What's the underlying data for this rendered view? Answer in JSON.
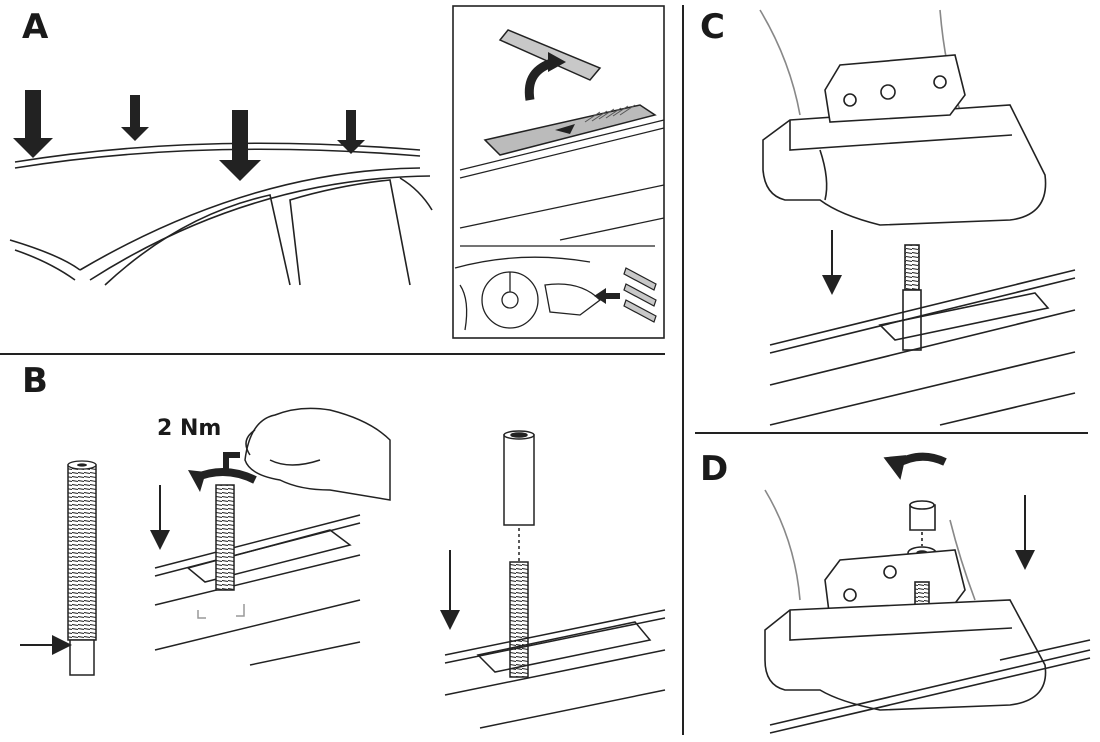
{
  "steps": {
    "a": "A",
    "b": "B",
    "c": "C",
    "d": "D"
  },
  "torque_label": "2 Nm",
  "colors": {
    "ink": "#1a1a1a",
    "line": "#222222",
    "light_gray": "#b8b8b8",
    "pad_fill": "#c8c8c8"
  }
}
